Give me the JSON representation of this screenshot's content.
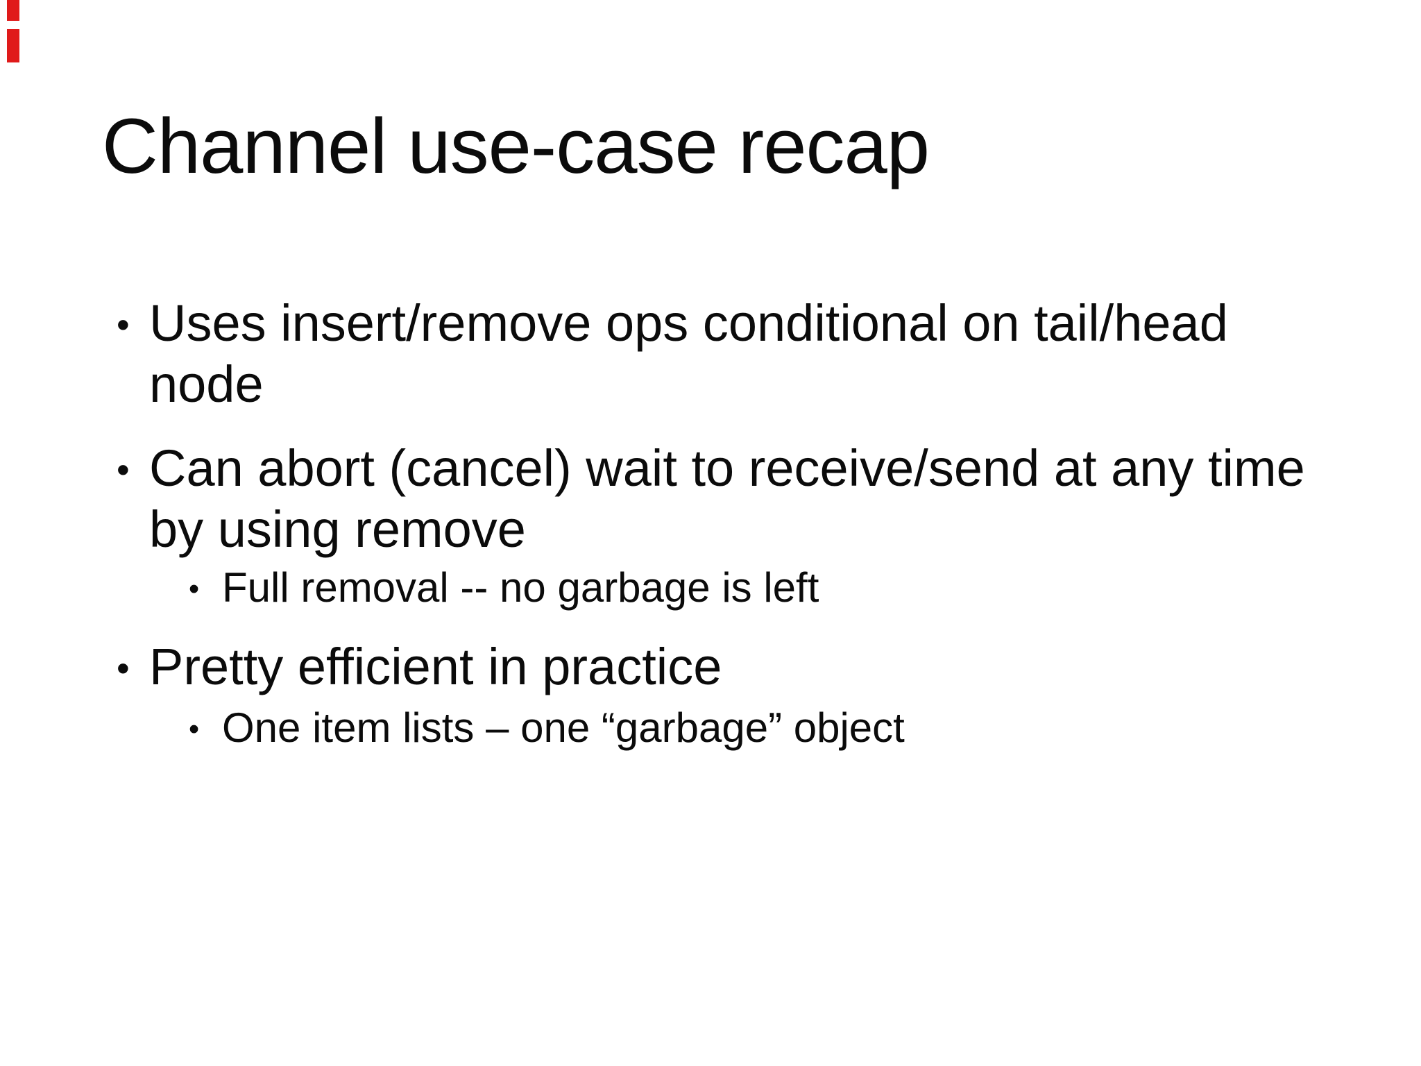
{
  "slide": {
    "title": "Channel use-case recap",
    "bullet_glyph": "•",
    "bullets": [
      {
        "level": 1,
        "lines": [
          "Uses insert/remove ops conditional on tail/head",
          "node"
        ]
      },
      {
        "level": 1,
        "lines": [
          "Can abort (cancel) wait to receive/send at any time",
          "by using remove"
        ]
      },
      {
        "level": 2,
        "lines": [
          "Full removal -- no garbage is left"
        ]
      },
      {
        "level": 1,
        "lines": [
          "Pretty efficient in practice"
        ]
      },
      {
        "level": 2,
        "lines": [
          "One item lists – one “garbage” object"
        ]
      }
    ],
    "colors": {
      "background": "#ffffff",
      "text": "#0b0b0b",
      "edge_artifact_red": "#e01a1a"
    }
  }
}
